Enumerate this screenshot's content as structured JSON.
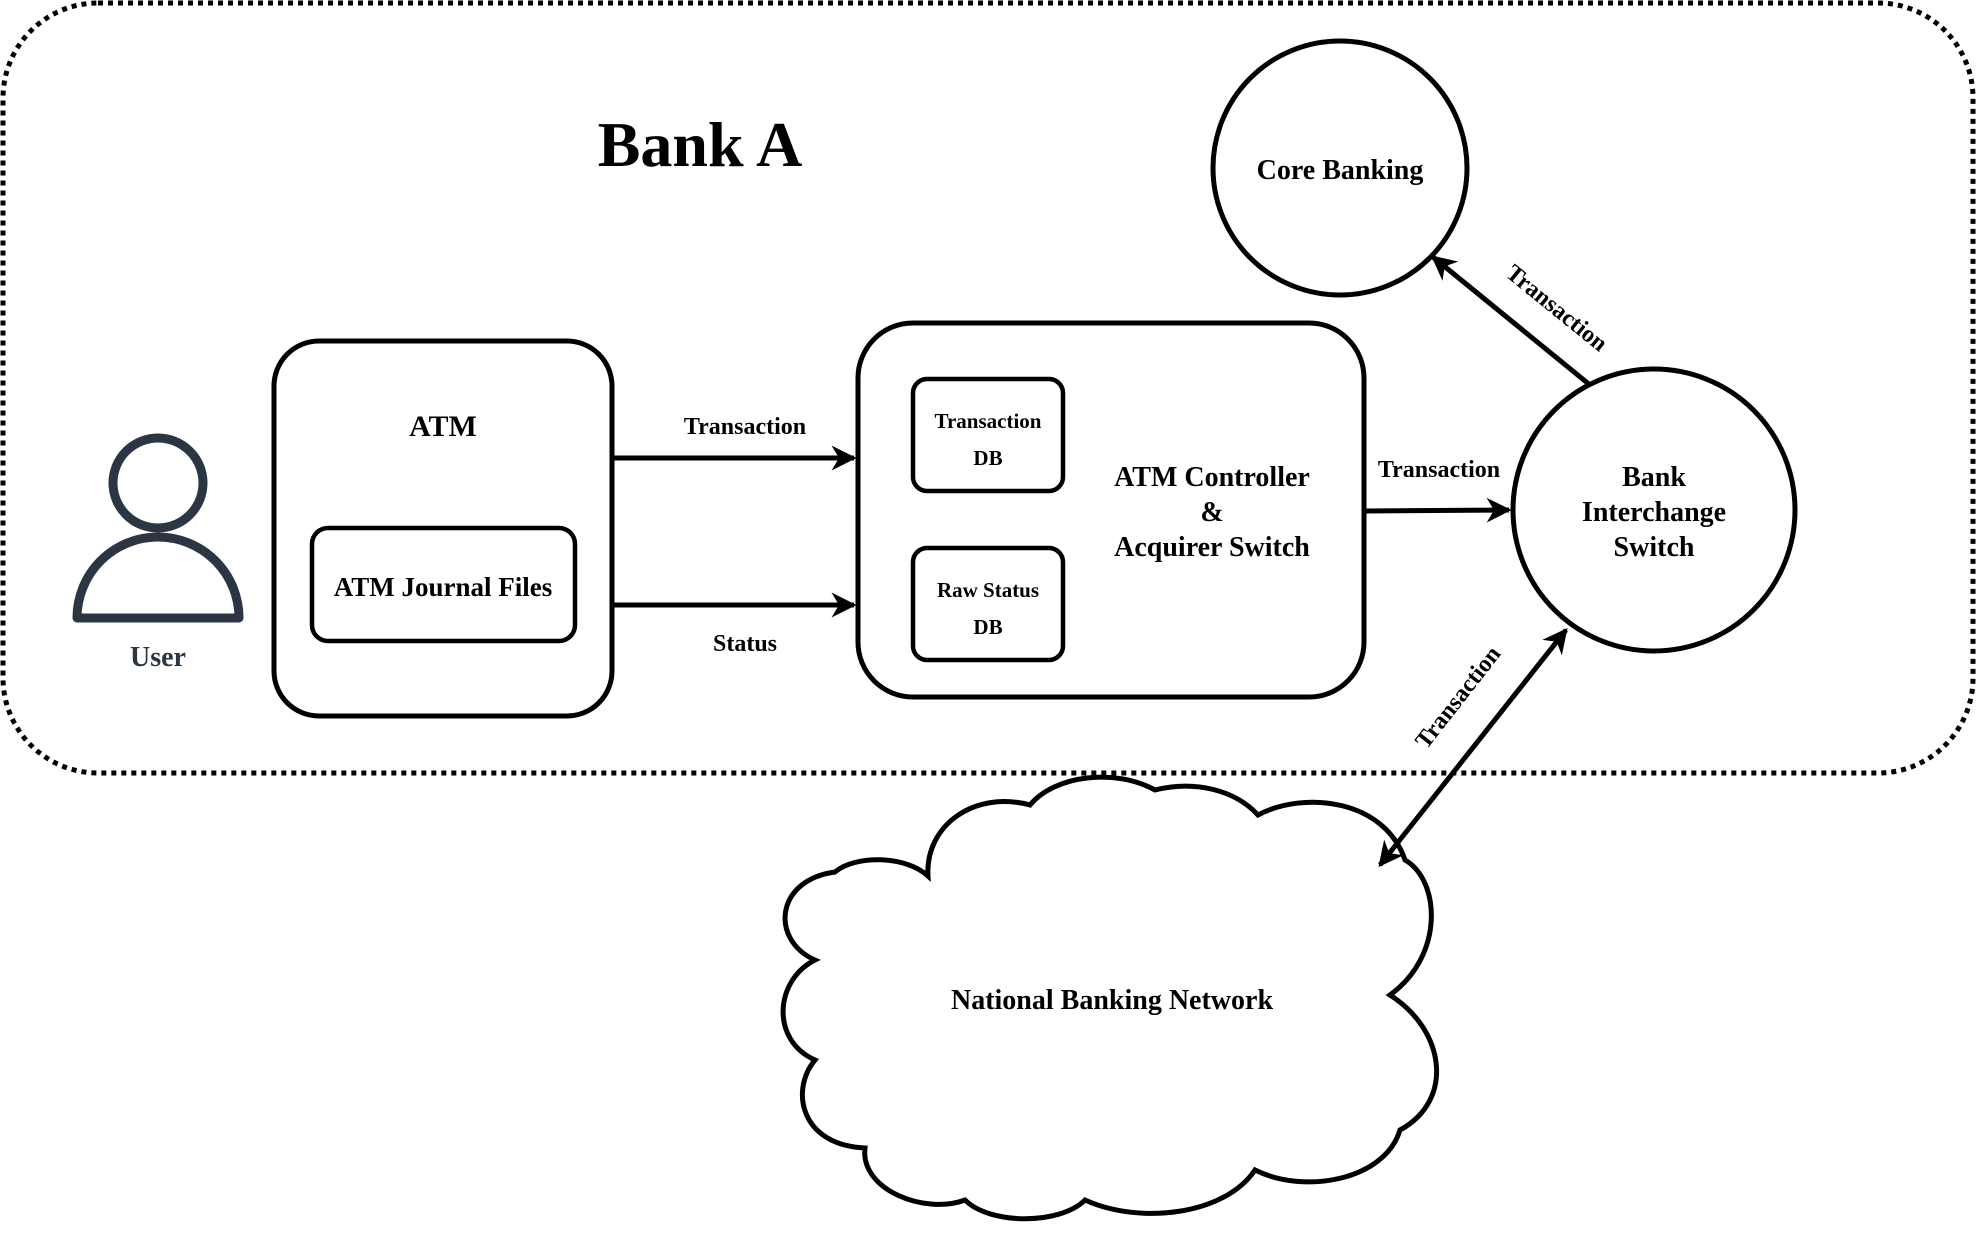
{
  "colors": {
    "stroke": "#000000",
    "user": "#2b3544",
    "background": "#ffffff"
  },
  "boundary": {
    "title": "Bank A"
  },
  "user": {
    "label": "User",
    "icon": "user-icon"
  },
  "atm": {
    "title": "ATM",
    "journal": "ATM Journal Files"
  },
  "controller": {
    "title_line1": "ATM Controller",
    "title_line2": "&",
    "title_line3": "Acquirer Switch",
    "transaction_db_line1": "Transaction",
    "transaction_db_line2": "DB",
    "raw_status_db_line1": "Raw Status",
    "raw_status_db_line2": "DB"
  },
  "core_banking": {
    "label": "Core Banking"
  },
  "interchange": {
    "line1": "Bank",
    "line2": "Interchange",
    "line3": "Switch"
  },
  "network": {
    "label": "National Banking Network"
  },
  "edges": {
    "atm_to_controller_transaction": "Transaction",
    "atm_to_controller_status": "Status",
    "controller_to_interchange": "Transaction",
    "interchange_to_core": "Transaction",
    "interchange_network": "Transaction"
  }
}
